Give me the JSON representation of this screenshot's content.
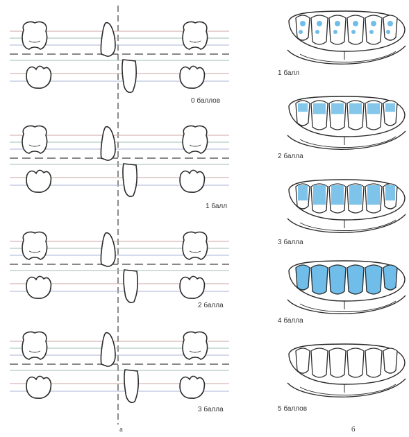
{
  "colors": {
    "ink": "#2a2a2a",
    "line_dark": "#404040",
    "line_red": "#c9a7a0",
    "line_green": "#9fbfb2",
    "line_blue": "#a9b6d6",
    "highlight_blue": "#6fbde8"
  },
  "panel_a": {
    "letter": "а",
    "rows": [
      {
        "label": "0 баллов"
      },
      {
        "label": "1 балл"
      },
      {
        "label": "2 балла"
      },
      {
        "label": "3 балла"
      }
    ]
  },
  "panel_b": {
    "letter": "б",
    "rows": [
      {
        "label": "1 балл",
        "coverage": "spots"
      },
      {
        "label": "2 балла",
        "coverage": "partial"
      },
      {
        "label": "3 балла",
        "coverage": "most"
      },
      {
        "label": "4 балла",
        "coverage": "full"
      },
      {
        "label": "5 баллов",
        "coverage": "none"
      }
    ]
  },
  "icons": [
    "occlusion-diagram-icon",
    "molar-cross-section-icon",
    "incisor-profile-icon",
    "front-teeth-arch-icon"
  ]
}
